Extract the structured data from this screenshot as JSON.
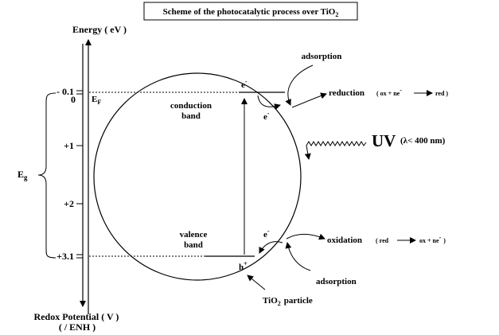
{
  "title": {
    "main": "Scheme of the photocatalytic process over TiO",
    "sub": "2"
  },
  "energy_axis": {
    "label": "Energy ( eV )",
    "ticks": [
      "- 0.1",
      "0",
      "+1",
      "+2",
      "+3.1"
    ],
    "fermi_main": "E",
    "fermi_sub": "F",
    "gap_main": "E",
    "gap_sub": "g"
  },
  "redox_axis": {
    "label": "Redox Potential ( V )",
    "sublabel": "( / ENH )"
  },
  "bands": {
    "conduction_line1": "conduction",
    "conduction_line2": "band",
    "valence_line1": "valence",
    "valence_line2": "band"
  },
  "carriers": {
    "electron": "e",
    "electron_sup": "-",
    "hole": "h",
    "hole_sup": "+"
  },
  "processes": {
    "adsorption_top": "adsorption",
    "adsorption_bottom": "adsorption",
    "reduction": "reduction",
    "reduction_eq_ox": "( ox + ne",
    "reduction_eq_sup": "-",
    "reduction_eq_red": "red )",
    "oxidation": "oxidation",
    "oxidation_eq_red": "( red",
    "oxidation_eq_ox": "ox + ne",
    "oxidation_eq_sup": "-",
    "oxidation_eq_close": ")"
  },
  "uv": {
    "label": "UV",
    "wavelength": "(λ< 400 nm)"
  },
  "particle": {
    "label_main": "TiO",
    "label_sub": "2",
    "label_rest": "particle"
  }
}
